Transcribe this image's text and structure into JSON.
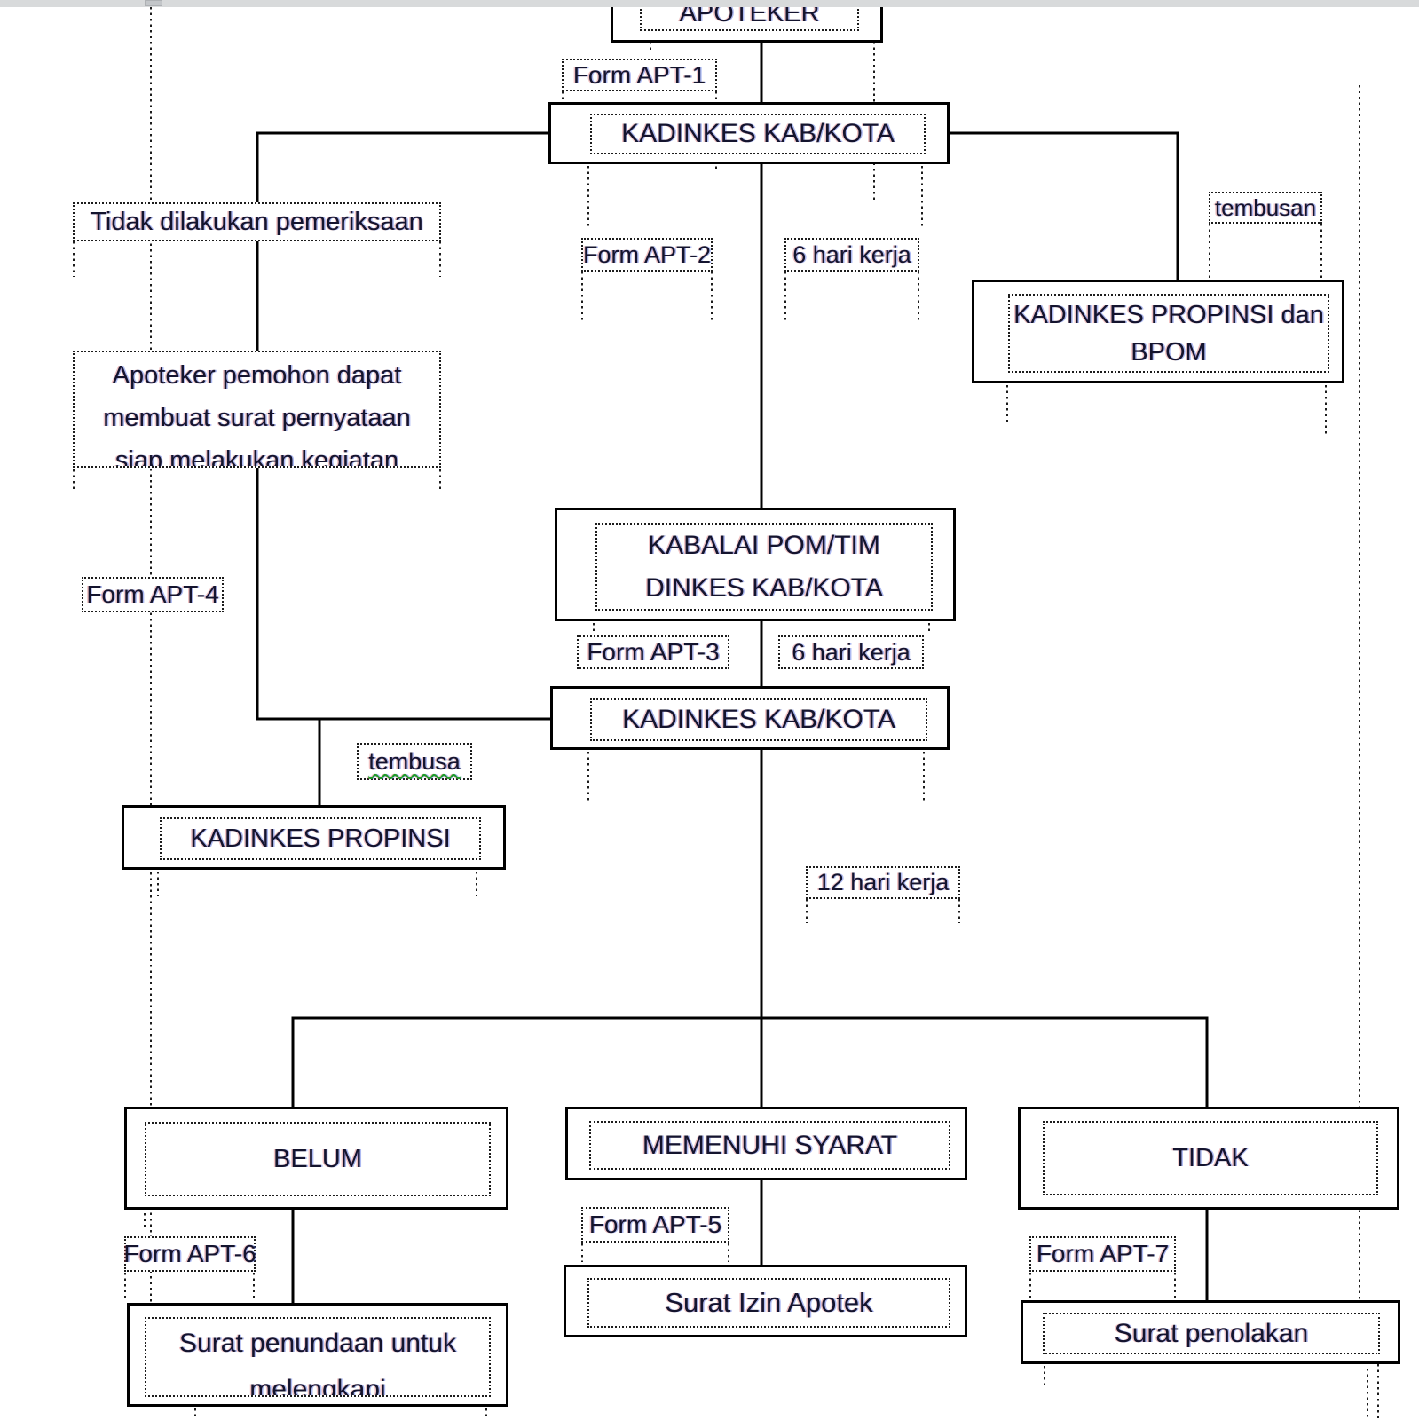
{
  "window": {
    "top_bar": {
      "present": true,
      "handle_tab": "ruler-tab"
    }
  },
  "colors": {
    "line": "#000000",
    "dotted_frame": "#1c1c1c",
    "text": "#14142e",
    "top_bar": "#d8dadb",
    "top_bar_tab": "#c3c6c9",
    "spellcheck_underline": "#1f9d27"
  },
  "nodes": {
    "apoteker": "APOTEKER",
    "kadinkes_kab_kota_1": "KADINKES KAB/KOTA",
    "kadinkes_propinsi_bpom": [
      "KADINKES PROPINSI dan",
      "BPOM"
    ],
    "kabalai_pom": [
      "KABALAI POM/TIM",
      "DINKES KAB/KOTA"
    ],
    "kadinkes_kab_kota_2": "KADINKES KAB/KOTA",
    "kadinkes_propinsi": "KADINKES PROPINSI",
    "belum": "BELUM",
    "memenuhi_syarat": "MEMENUHI SYARAT",
    "tidak": "TIDAK",
    "surat_penundaan": [
      "Surat penundaan untuk",
      "melengkapi"
    ],
    "surat_izin_apotek": "Surat Izin Apotek",
    "surat_penolakan": "Surat penolakan",
    "tidak_dilakukan_pemeriksaan": "Tidak dilakukan pemeriksaan",
    "apoteker_pemohon": [
      "Apoteker pemohon dapat",
      "membuat surat pernyataan",
      "siap melakukan kegiatan"
    ]
  },
  "labels": {
    "form_apt_1": "Form APT-1",
    "form_apt_2": "Form APT-2",
    "form_apt_3": "Form APT-3",
    "form_apt_4": "Form APT-4",
    "form_apt_5": "Form APT-5",
    "form_apt_6": "Form APT-6",
    "form_apt_7": "Form APT-7",
    "hari_kerja_6_a": "6 hari kerja",
    "hari_kerja_6_b": "6 hari kerja",
    "hari_kerja_12": "12 hari kerja",
    "tembusan": "tembusan",
    "tembusa": "tembusa"
  }
}
